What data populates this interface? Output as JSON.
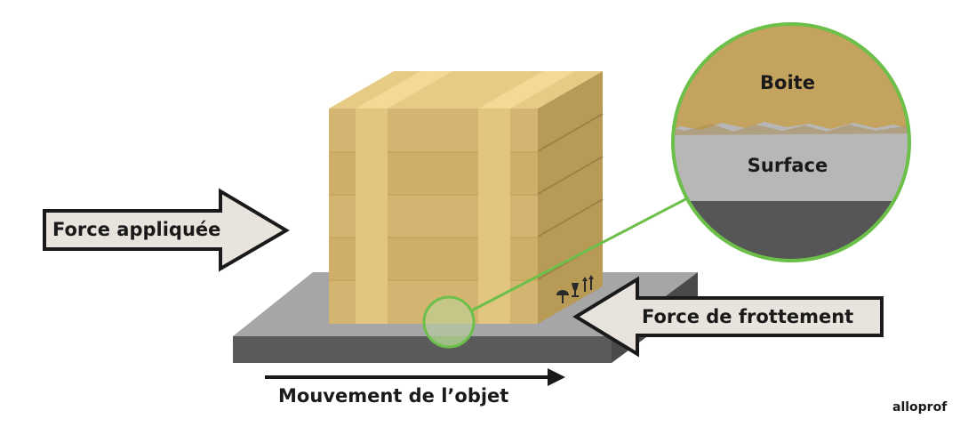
{
  "labels": {
    "applied_force": "Force appliquée",
    "friction_force": "Force de frottement",
    "motion": "Mouvement de l’objet",
    "zoom_box": "Boite",
    "zoom_surface": "Surface"
  },
  "brand": "alloprof",
  "colors": {
    "arrow_fill": "#e8e3dc",
    "arrow_stroke": "#1a1a1a",
    "box_front": "#d6b872",
    "box_slats": "#e2c77f",
    "surface_top": "#a8a8a8",
    "surface_side": "#5a5a5a",
    "magnifier": "#6cc04a",
    "zoom_box": "#c6a35e",
    "zoom_surface": "#b8b8b8",
    "zoom_base": "#555555"
  },
  "icons": [
    "umbrella-icon",
    "fragile-glass-icon",
    "this-side-up-icon"
  ]
}
